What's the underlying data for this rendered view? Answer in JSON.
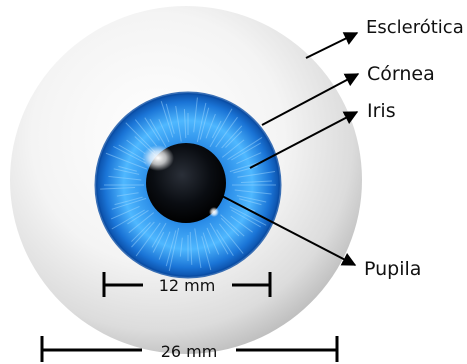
{
  "labels": {
    "sclera": "Esclerótica",
    "cornea": "Córnea",
    "iris": "Iris",
    "pupil": "Pupila"
  },
  "measurements": {
    "iris_diameter": "12 mm",
    "eye_diameter": "26 mm"
  },
  "colors": {
    "sclera": "#f2f2f2",
    "iris": "#1e90ff",
    "pupil": "#0a0d12",
    "lines": "#000000"
  }
}
